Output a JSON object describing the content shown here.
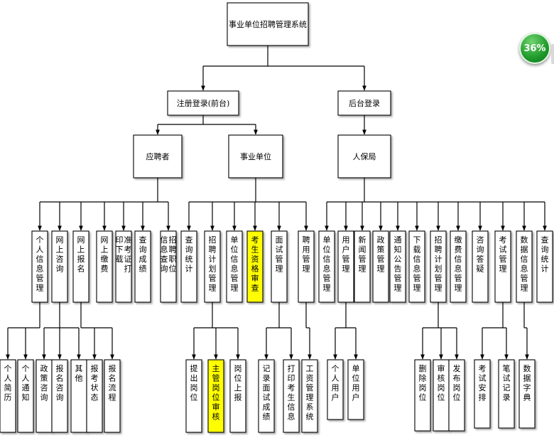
{
  "badge": {
    "text": "36%",
    "color": "#1f9a2b"
  },
  "highlight_color": "#ffff00",
  "tree": {
    "label": "事业单位招聘管理系统",
    "children": [
      {
        "label": "注册登录(前台)",
        "children": [
          {
            "label": "应聘者",
            "children": [
              {
                "label": "个人信息管理",
                "children": [
                  {
                    "label": "个人简历"
                  },
                  {
                    "label": "个人通知"
                  }
                ]
              },
              {
                "label": "网上咨询",
                "children": [
                  {
                    "label": "政策咨询"
                  },
                  {
                    "label": "报名咨询"
                  },
                  {
                    "label": "其他"
                  }
                ]
              },
              {
                "label": "网上报名",
                "children": [
                  {
                    "label": "报考状态"
                  },
                  {
                    "label": "报名流程"
                  }
                ]
              },
              {
                "label": "网上缴费"
              },
              {
                "label": "准考证打印下载"
              },
              {
                "label": "查询成绩"
              },
              {
                "label": "招聘职位信息查询"
              }
            ]
          },
          {
            "label": "事业单位",
            "children": [
              {
                "label": "查询统计"
              },
              {
                "label": "招聘计划管理",
                "children": [
                  {
                    "label": "提出岗位"
                  },
                  {
                    "label": "主管岗位审核",
                    "highlight": true
                  },
                  {
                    "label": "岗位上报"
                  }
                ]
              },
              {
                "label": "单位信息管理"
              },
              {
                "label": "考生资格审查",
                "highlight": true
              },
              {
                "label": "面试管理",
                "children": [
                  {
                    "label": "记录面试成绩"
                  },
                  {
                    "label": "打印考生信息"
                  }
                ]
              },
              {
                "label": "聘用管理",
                "children": [
                  {
                    "label": "工资管理系统"
                  }
                ]
              }
            ]
          }
        ]
      },
      {
        "label": "后台登录",
        "children": [
          {
            "label": "人保局",
            "children": [
              {
                "label": "单位信息管理"
              },
              {
                "label": "用户管理",
                "children": [
                  {
                    "label": "个人用户"
                  },
                  {
                    "label": "单位用户"
                  }
                ]
              },
              {
                "label": "新闻管理"
              },
              {
                "label": "政策管理"
              },
              {
                "label": "通知公告管理"
              },
              {
                "label": "下载信息管理"
              },
              {
                "label": "招聘计划管理",
                "children": [
                  {
                    "label": "删除岗位"
                  },
                  {
                    "label": "审核岗位"
                  },
                  {
                    "label": "发布岗位"
                  }
                ]
              },
              {
                "label": "缴费信息管理"
              },
              {
                "label": "咨询答疑"
              },
              {
                "label": "考试管理",
                "children": [
                  {
                    "label": "考试安排"
                  },
                  {
                    "label": "笔试记录"
                  }
                ]
              },
              {
                "label": "数据信息管理",
                "children": [
                  {
                    "label": "数据字典"
                  }
                ]
              },
              {
                "label": "查询统计"
              }
            ]
          }
        ]
      }
    ]
  }
}
